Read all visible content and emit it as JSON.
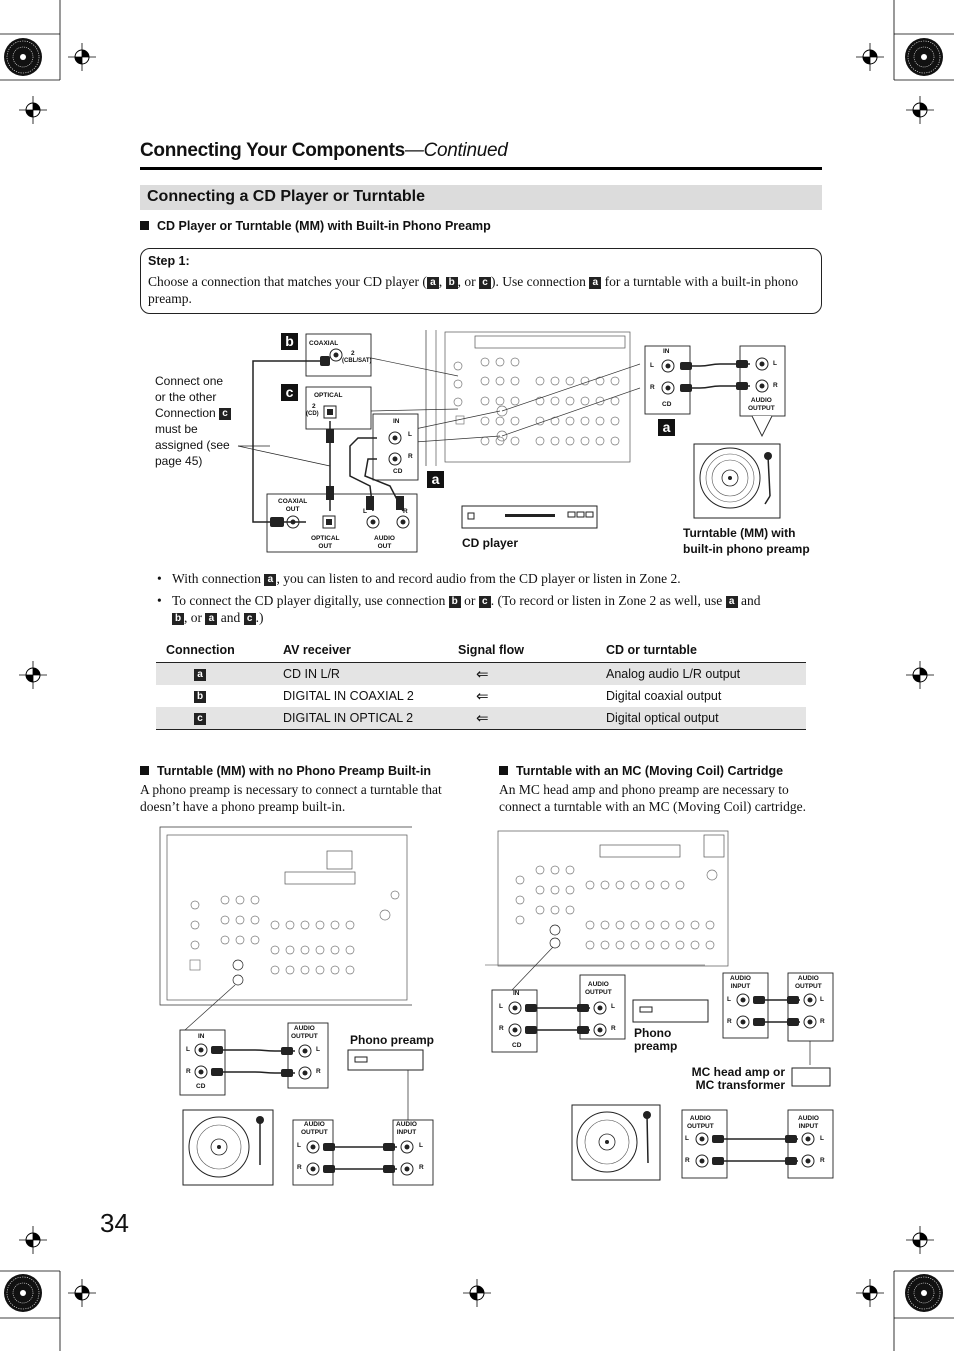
{
  "header": {
    "title": "Connecting Your Components",
    "continued": "—Continued"
  },
  "section": {
    "title": "Connecting a CD Player or Turntable"
  },
  "subsection1": {
    "title": "CD Player or Turntable (MM) with Built-in Phono Preamp"
  },
  "step": {
    "label": "Step 1:",
    "text_a": "Choose a connection that matches your CD player (",
    "text_b": ", ",
    "text_c": ", or ",
    "text_d": "). Use connection ",
    "text_e": " for a turntable with a built-in phono preamp."
  },
  "letters": {
    "a": "a",
    "b": "b",
    "c": "c"
  },
  "diagram1": {
    "note": [
      "Connect one",
      "or the other",
      "Connection",
      "must be",
      "assigned (see",
      "page 45)"
    ],
    "coaxial": "COAXIAL",
    "coaxial_num": "2",
    "coaxial_sub": "(CBL/SAT)",
    "optical": "OPTICAL",
    "optical_num": "2",
    "optical_sub": "(CD)",
    "in": "IN",
    "cd": "CD",
    "l": "L",
    "r": "R",
    "coaxial_out": [
      "COAXIAL",
      "OUT"
    ],
    "optical_out": [
      "OPTICAL",
      "OUT"
    ],
    "audio_out": [
      "AUDIO",
      "OUT"
    ],
    "audio_output": [
      "AUDIO",
      "OUTPUT"
    ],
    "cd_player": "CD player",
    "turntable": [
      "Turntable (MM) with",
      "built-in phono preamp"
    ]
  },
  "bullets": {
    "b1_a": "With connection ",
    "b1_b": ", you can listen to and record audio from the CD player or listen in Zone 2.",
    "b2_a": "To connect the CD player digitally, use connection ",
    "b2_b": " or ",
    "b2_c": ". (To record or listen in Zone 2 as well, use ",
    "b2_d": " and",
    "b2_e": ", or ",
    "b2_f": " and ",
    "b2_g": ".)"
  },
  "table": {
    "headers": [
      "Connection",
      "AV receiver",
      "Signal flow",
      "CD or turntable"
    ],
    "rows": [
      {
        "conn": "a",
        "receiver": "CD IN L/R",
        "flow": "⇐",
        "device": "Analog audio L/R output"
      },
      {
        "conn": "b",
        "receiver": "DIGITAL IN COAXIAL 2",
        "flow": "⇐",
        "device": "Digital coaxial output"
      },
      {
        "conn": "c",
        "receiver": "DIGITAL IN OPTICAL 2",
        "flow": "⇐",
        "device": "Digital optical output"
      }
    ]
  },
  "subsection2": {
    "title": "Turntable (MM) with no Phono Preamp Built-in",
    "body": [
      "A phono preamp is necessary to connect a turntable that",
      "doesn’t have a phono preamp built-in."
    ],
    "phono_preamp": "Phono preamp",
    "in": "IN",
    "cd": "CD",
    "audio_output": [
      "AUDIO",
      "OUTPUT"
    ],
    "audio_input": [
      "AUDIO",
      "INPUT"
    ]
  },
  "subsection3": {
    "title": "Turntable with an MC (Moving Coil) Cartridge",
    "body": [
      "An MC head amp and phono preamp are necessary to",
      "connect a turntable with an MC (Moving Coil) cartridge."
    ],
    "phono_preamp": [
      "Phono",
      "preamp"
    ],
    "mc_label": [
      "MC head amp or",
      "MC transformer"
    ],
    "in": "IN",
    "cd": "CD",
    "audio_output": [
      "AUDIO",
      "OUTPUT"
    ],
    "audio_input": [
      "AUDIO",
      "INPUT"
    ]
  },
  "page_number": "34"
}
